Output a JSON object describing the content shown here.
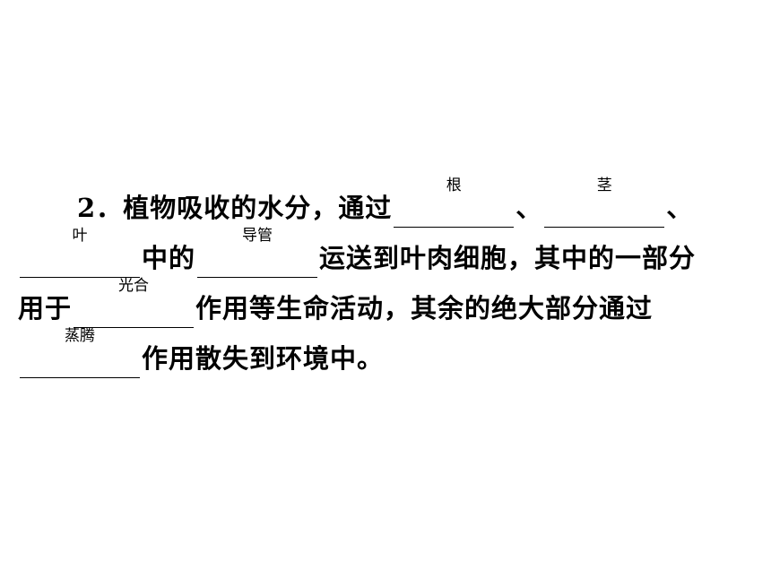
{
  "question": {
    "number": "2．",
    "line1": {
      "text_a": "植物吸收的水分，通过",
      "blank1_answer": "根",
      "sep1": "、",
      "blank2_answer": "茎",
      "sep2": "、"
    },
    "line2": {
      "blank3_answer": "叶",
      "text_a": "中的",
      "blank4_answer": "导管",
      "text_b": "运送到叶肉细胞，其中的一部分"
    },
    "line3": {
      "text_a": "用于",
      "blank5_answer": "光合",
      "text_b": "作用等生命活动，其余的绝大部分通过"
    },
    "line4": {
      "blank6_answer": "蒸腾",
      "text_a": "作用散失到环境中。"
    }
  }
}
